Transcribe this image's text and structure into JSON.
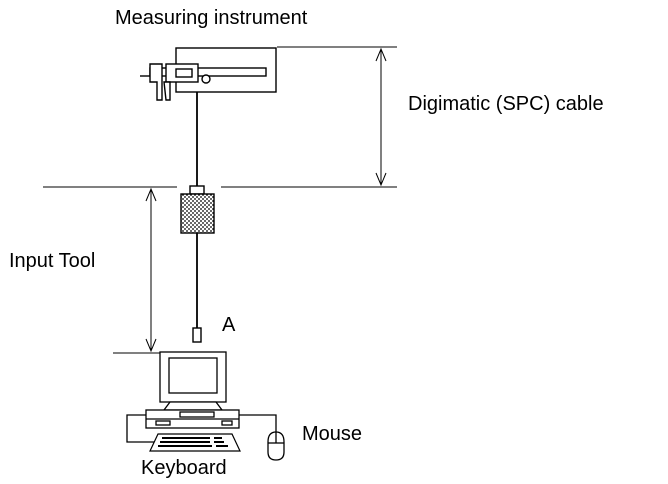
{
  "labels": {
    "measuring_instrument": "Measuring instrument",
    "digimatic_cable": "Digimatic (SPC) cable",
    "input_tool": "Input Tool",
    "connector_a": "A",
    "mouse": "Mouse",
    "keyboard": "Keyboard"
  },
  "icons": {
    "caliper": "caliper-icon",
    "computer": "computer-icon",
    "keyboard": "keyboard-icon",
    "mouse": "mouse-icon"
  },
  "colors": {
    "line": "#000000",
    "background": "#ffffff"
  }
}
